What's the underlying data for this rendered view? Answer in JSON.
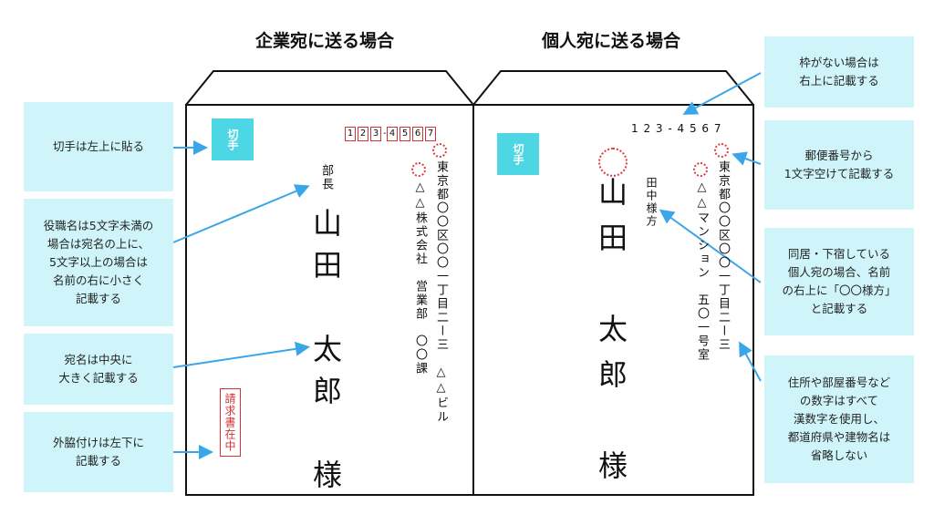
{
  "headings": {
    "corporate": "企業宛に送る場合",
    "personal": "個人宛に送る場合"
  },
  "stamp_label": "切手",
  "corporate": {
    "postal_digits": [
      "1",
      "2",
      "3",
      "4",
      "5",
      "6",
      "7"
    ],
    "address_line1": "東京都〇〇区〇〇一丁目二ー三　△△ビル",
    "address_line2": "△△株式会社　営業部　〇〇課",
    "title_small": "部長",
    "name": "山田　太郎　様",
    "note": "請求書在中"
  },
  "personal": {
    "postal": "1 2 3 - 4 5 6 7",
    "address_line1": "東京都〇〇区〇〇一丁目二ー三",
    "address_line2": "△△マンション　五〇一号室",
    "care_of": "田中様方",
    "name": "山田　太郎　様"
  },
  "callouts": {
    "stamp": "切手は左上に貼る",
    "job_title": "役職名は5文字未満の\n場合は宛名の上に、\n5文字以上の場合は\n名前の右に小さく\n記載する",
    "name_center": "宛名は中央に\n大きく記載する",
    "side_note": "外脇付けは左下に\n記載する",
    "no_frame": "枠がない場合は\n右上に記載する",
    "postal_space": "郵便番号から\n1文字空けて記載する",
    "care_of": "同居・下宿している\n個人宛の場合、名前\nの右上に「〇〇様方」\nと記載する",
    "kanji_numbers": "住所や部屋番号など\nの数字はすべて\n漢数字を使用し、\n都道府県や建物名は\n省略しない"
  },
  "colors": {
    "callout_bg": "#cff5fa",
    "stamp": "#4dd6e3",
    "arrow": "#3aa6e8",
    "red": "#d33333"
  }
}
